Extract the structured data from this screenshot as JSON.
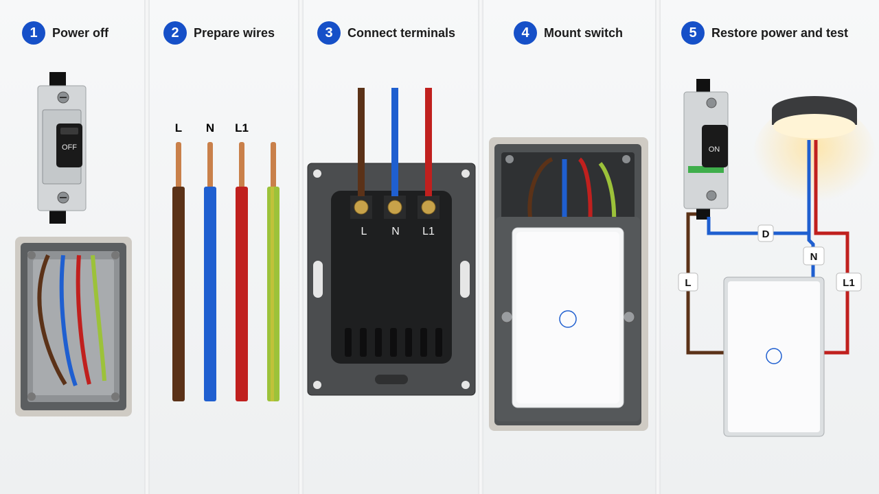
{
  "steps": [
    {
      "number": "1",
      "title": "Power off"
    },
    {
      "number": "2",
      "title": "Prepare wires"
    },
    {
      "number": "3",
      "title": "Connect terminals"
    },
    {
      "number": "4",
      "title": "Mount switch"
    },
    {
      "number": "5",
      "title": "Restore power and test"
    }
  ],
  "breaker_off_label": "OFF",
  "breaker_on_label": "ON",
  "wires": [
    "L",
    "N",
    "L1"
  ],
  "terminal_labels": [
    "L",
    "N",
    "L1"
  ],
  "circuit_labels": {
    "top": "D",
    "neutral": "N",
    "live": "L",
    "load": "L1"
  },
  "colors": {
    "accent": "#1650c8",
    "wire_live": "#5b3218",
    "wire_neutral": "#1f5fd0",
    "wire_load": "#c0201e",
    "wire_earth": "#9cc23a",
    "copper": "#c9804a"
  }
}
